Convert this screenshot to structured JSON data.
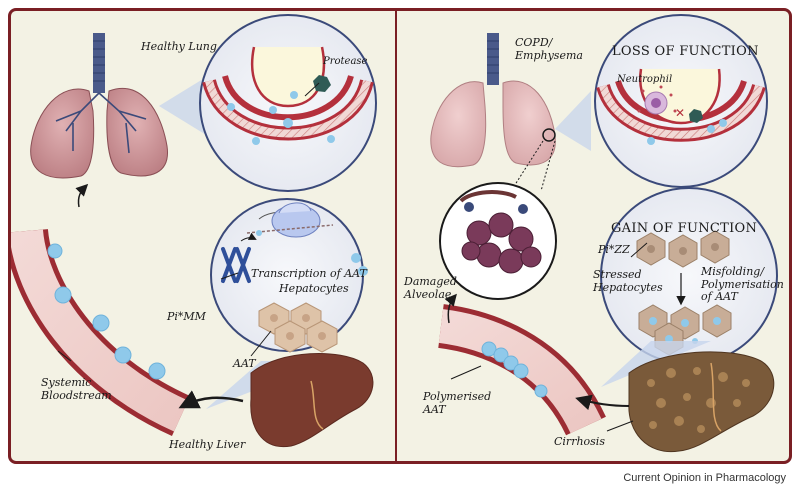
{
  "left_panel": {
    "healthy_lung": "Healthy Lung",
    "protease": "Protease",
    "transcription": "Transcription of AAT",
    "hepatocytes": "Hepatocytes",
    "pimm": "Pi*MM",
    "aat": "AAT",
    "systemic_line1": "Systemic",
    "systemic_line2": "Bloodstream",
    "healthy_liver": "Healthy Liver"
  },
  "right_panel": {
    "copd_line1": "COPD/",
    "copd_line2": "Emphysema",
    "loss_of_function": "LOSS OF FUNCTION",
    "neutrophil": "Neutrophil",
    "gain_of_function": "GAIN OF FUNCTION",
    "pizz": "Pi*ZZ",
    "stressed_line1": "Stressed",
    "stressed_line2": "Hepatocytes",
    "misfolding_line1": "Misfolding/",
    "misfolding_line2": "Polymerisation",
    "misfolding_line3": "of AAT",
    "damaged_line1": "Damaged",
    "damaged_line2": "Alveolae",
    "polymerised_line1": "Polymerised",
    "polymerised_line2": "AAT",
    "cirrhosis": "Cirrhosis"
  },
  "credit": "Current Opinion in Pharmacology",
  "colors": {
    "frame": "#7a1f24",
    "background": "#f3f2e4",
    "lung": "#c98f93",
    "trachea": "#4a5a8a",
    "vessel": "#b4303c",
    "protein": "#8fc9ea",
    "liver": "#7a3b2e",
    "cirrhosis": "#7a5a3a",
    "cell": "#d8b49a"
  }
}
